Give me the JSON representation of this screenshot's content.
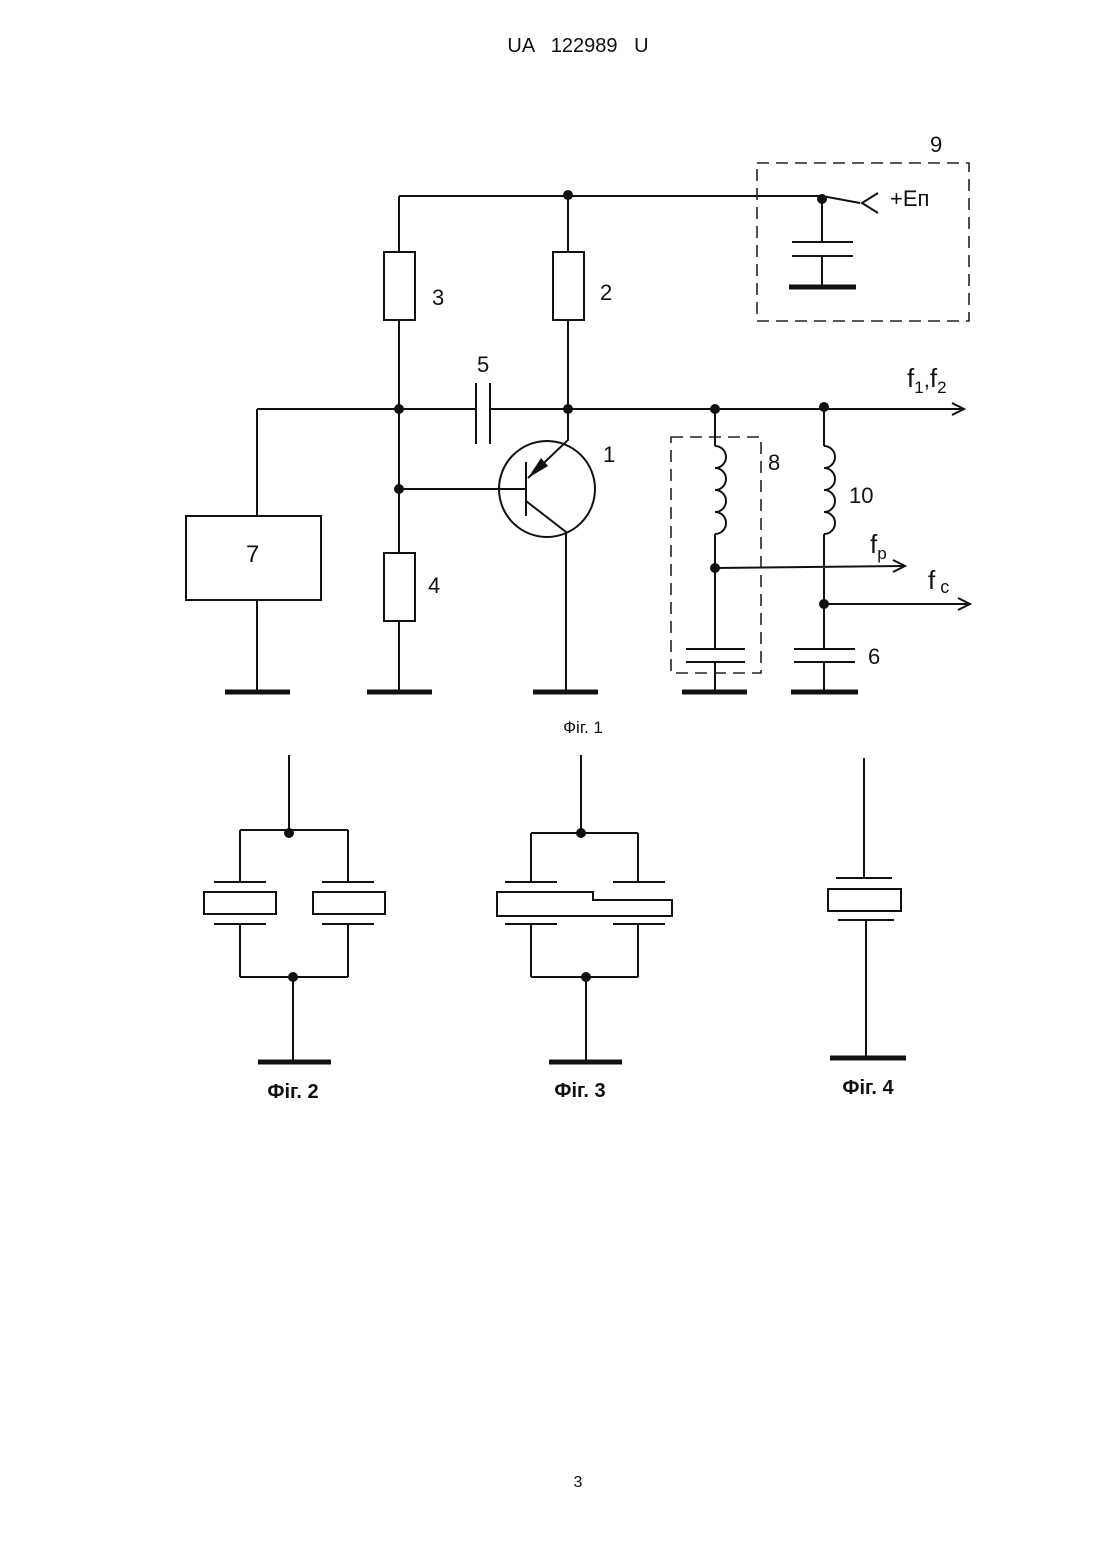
{
  "header": {
    "doc_number": "UA   122989   U"
  },
  "page_number": "3",
  "fig1": {
    "caption": "Фіг. 1",
    "labels": {
      "transistor": "1",
      "resistor_2": "2",
      "resistor_3": "3",
      "resistor_4": "4",
      "capacitor_5": "5",
      "capacitor_6": "6",
      "block_7": "7",
      "filter_8": "8",
      "supply_block": "9",
      "inductor_10": "10",
      "supply": "+Eп",
      "out_f": "f",
      "out_sub1": "1",
      "out_comma": ",",
      "out_f2": "f",
      "out_sub2": "2",
      "fp_f": "f",
      "fp_sub": "p",
      "fc_f": "f",
      "fc_sub": "c"
    }
  },
  "fig2": {
    "caption": "Фіг. 2"
  },
  "fig3": {
    "caption": "Фіг. 3"
  },
  "fig4": {
    "caption": "Фіг. 4"
  }
}
